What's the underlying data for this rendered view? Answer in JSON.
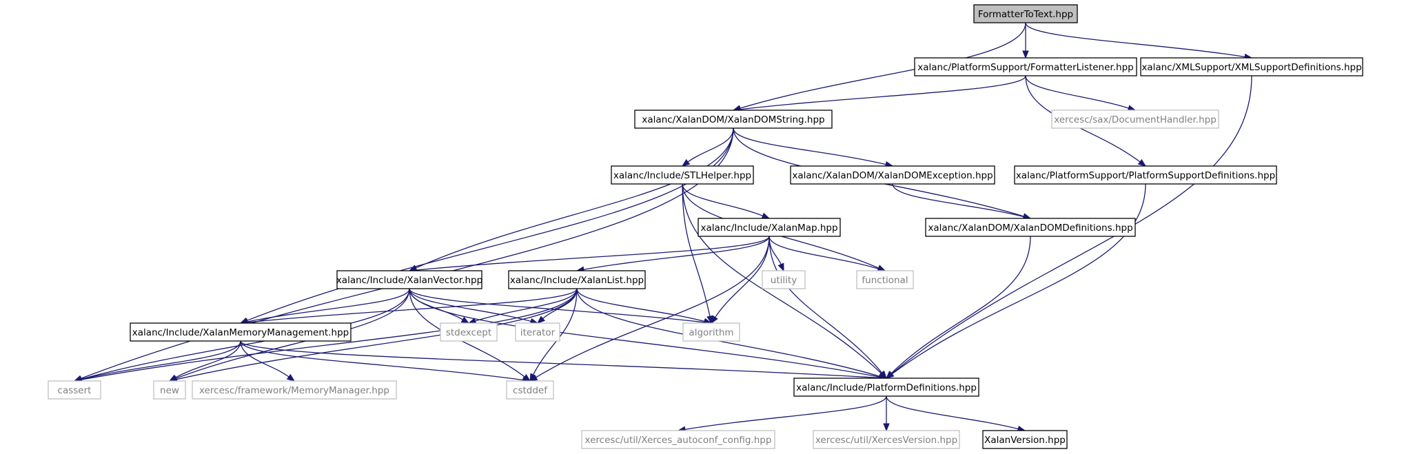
{
  "diagram": {
    "nodes": [
      {
        "id": "formattertotext",
        "label": "FormatterToText.hpp",
        "kind": "root"
      },
      {
        "id": "formatterlistener",
        "label": "xalanc/PlatformSupport/FormatterListener.hpp",
        "kind": "doc"
      },
      {
        "id": "xmlsupportdefs",
        "label": "xalanc/XMLSupport/XMLSupportDefinitions.hpp",
        "kind": "doc"
      },
      {
        "id": "xalandomstring",
        "label": "xalanc/XalanDOM/XalanDOMString.hpp",
        "kind": "doc"
      },
      {
        "id": "documenthandler",
        "label": "xercesc/sax/DocumentHandler.hpp",
        "kind": "ext"
      },
      {
        "id": "stlhelper",
        "label": "xalanc/Include/STLHelper.hpp",
        "kind": "doc"
      },
      {
        "id": "xalandomexception",
        "label": "xalanc/XalanDOM/XalanDOMException.hpp",
        "kind": "doc"
      },
      {
        "id": "platformsupportdefs",
        "label": "xalanc/PlatformSupport/PlatformSupportDefinitions.hpp",
        "kind": "doc"
      },
      {
        "id": "xalanmap",
        "label": "xalanc/Include/XalanMap.hpp",
        "kind": "doc"
      },
      {
        "id": "xalandomdefs",
        "label": "xalanc/XalanDOM/XalanDOMDefinitions.hpp",
        "kind": "doc"
      },
      {
        "id": "xalanvector",
        "label": "xalanc/Include/XalanVector.hpp",
        "kind": "doc"
      },
      {
        "id": "xalanlist",
        "label": "xalanc/Include/XalanList.hpp",
        "kind": "doc"
      },
      {
        "id": "utility",
        "label": "utility",
        "kind": "ext"
      },
      {
        "id": "functional",
        "label": "functional",
        "kind": "ext"
      },
      {
        "id": "xalanmemmgmt",
        "label": "xalanc/Include/XalanMemoryManagement.hpp",
        "kind": "doc"
      },
      {
        "id": "stdexcept",
        "label": "stdexcept",
        "kind": "ext"
      },
      {
        "id": "iterator",
        "label": "iterator",
        "kind": "ext"
      },
      {
        "id": "algorithm",
        "label": "algorithm",
        "kind": "ext"
      },
      {
        "id": "cassert",
        "label": "cassert",
        "kind": "ext"
      },
      {
        "id": "new",
        "label": "new",
        "kind": "ext"
      },
      {
        "id": "memorymanager",
        "label": "xercesc/framework/MemoryManager.hpp",
        "kind": "ext"
      },
      {
        "id": "cstddef",
        "label": "cstddef",
        "kind": "ext"
      },
      {
        "id": "platformdefs",
        "label": "xalanc/Include/PlatformDefinitions.hpp",
        "kind": "doc"
      },
      {
        "id": "xercesautoconf",
        "label": "xercesc/util/Xerces_autoconf_config.hpp",
        "kind": "ext"
      },
      {
        "id": "xercesversion",
        "label": "xercesc/util/XercesVersion.hpp",
        "kind": "ext"
      },
      {
        "id": "xalanversion",
        "label": "XalanVersion.hpp",
        "kind": "doc"
      }
    ],
    "edges": [
      [
        "formattertotext",
        "formatterlistener"
      ],
      [
        "formattertotext",
        "xmlsupportdefs"
      ],
      [
        "formattertotext",
        "xalandomstring"
      ],
      [
        "formatterlistener",
        "xalandomstring"
      ],
      [
        "formatterlistener",
        "documenthandler"
      ],
      [
        "formatterlistener",
        "platformsupportdefs"
      ],
      [
        "xmlsupportdefs",
        "platformdefs"
      ],
      [
        "xalandomstring",
        "cassert"
      ],
      [
        "xalandomstring",
        "xalanmemmgmt"
      ],
      [
        "xalandomstring",
        "xalanvector"
      ],
      [
        "xalandomstring",
        "stlhelper"
      ],
      [
        "xalandomstring",
        "xalandomexception"
      ],
      [
        "xalandomstring",
        "xalandomdefs"
      ],
      [
        "stlhelper",
        "xalanmap"
      ],
      [
        "stlhelper",
        "algorithm"
      ],
      [
        "stlhelper",
        "functional"
      ],
      [
        "stlhelper",
        "platformdefs"
      ],
      [
        "xalandomexception",
        "xalandomdefs"
      ],
      [
        "platformsupportdefs",
        "platformdefs"
      ],
      [
        "xalandomdefs",
        "platformdefs"
      ],
      [
        "xalanmap",
        "xalanvector"
      ],
      [
        "xalanmap",
        "xalanlist"
      ],
      [
        "xalanmap",
        "utility"
      ],
      [
        "xalanmap",
        "functional"
      ],
      [
        "xalanmap",
        "algorithm"
      ],
      [
        "xalanmap",
        "cstddef"
      ],
      [
        "xalanmap",
        "platformdefs"
      ],
      [
        "xalanvector",
        "cassert"
      ],
      [
        "xalanvector",
        "new"
      ],
      [
        "xalanvector",
        "xalanmemmgmt"
      ],
      [
        "xalanvector",
        "stdexcept"
      ],
      [
        "xalanvector",
        "iterator"
      ],
      [
        "xalanvector",
        "algorithm"
      ],
      [
        "xalanvector",
        "cstddef"
      ],
      [
        "xalanvector",
        "platformdefs"
      ],
      [
        "xalanlist",
        "cassert"
      ],
      [
        "xalanlist",
        "new"
      ],
      [
        "xalanlist",
        "xalanmemmgmt"
      ],
      [
        "xalanlist",
        "stdexcept"
      ],
      [
        "xalanlist",
        "iterator"
      ],
      [
        "xalanlist",
        "algorithm"
      ],
      [
        "xalanlist",
        "cstddef"
      ],
      [
        "xalanlist",
        "platformdefs"
      ],
      [
        "xalanmemmgmt",
        "cassert"
      ],
      [
        "xalanmemmgmt",
        "new"
      ],
      [
        "xalanmemmgmt",
        "memorymanager"
      ],
      [
        "xalanmemmgmt",
        "cstddef"
      ],
      [
        "xalanmemmgmt",
        "platformdefs"
      ],
      [
        "platformdefs",
        "xercesautoconf"
      ],
      [
        "platformdefs",
        "xercesversion"
      ],
      [
        "platformdefs",
        "xalanversion"
      ]
    ]
  },
  "colors": {
    "edge": "#191970",
    "root_fill": "#bfbfbf",
    "doc_border": "#000000",
    "ext_border": "#bfbfbf",
    "ext_text": "#7f7f7f"
  }
}
